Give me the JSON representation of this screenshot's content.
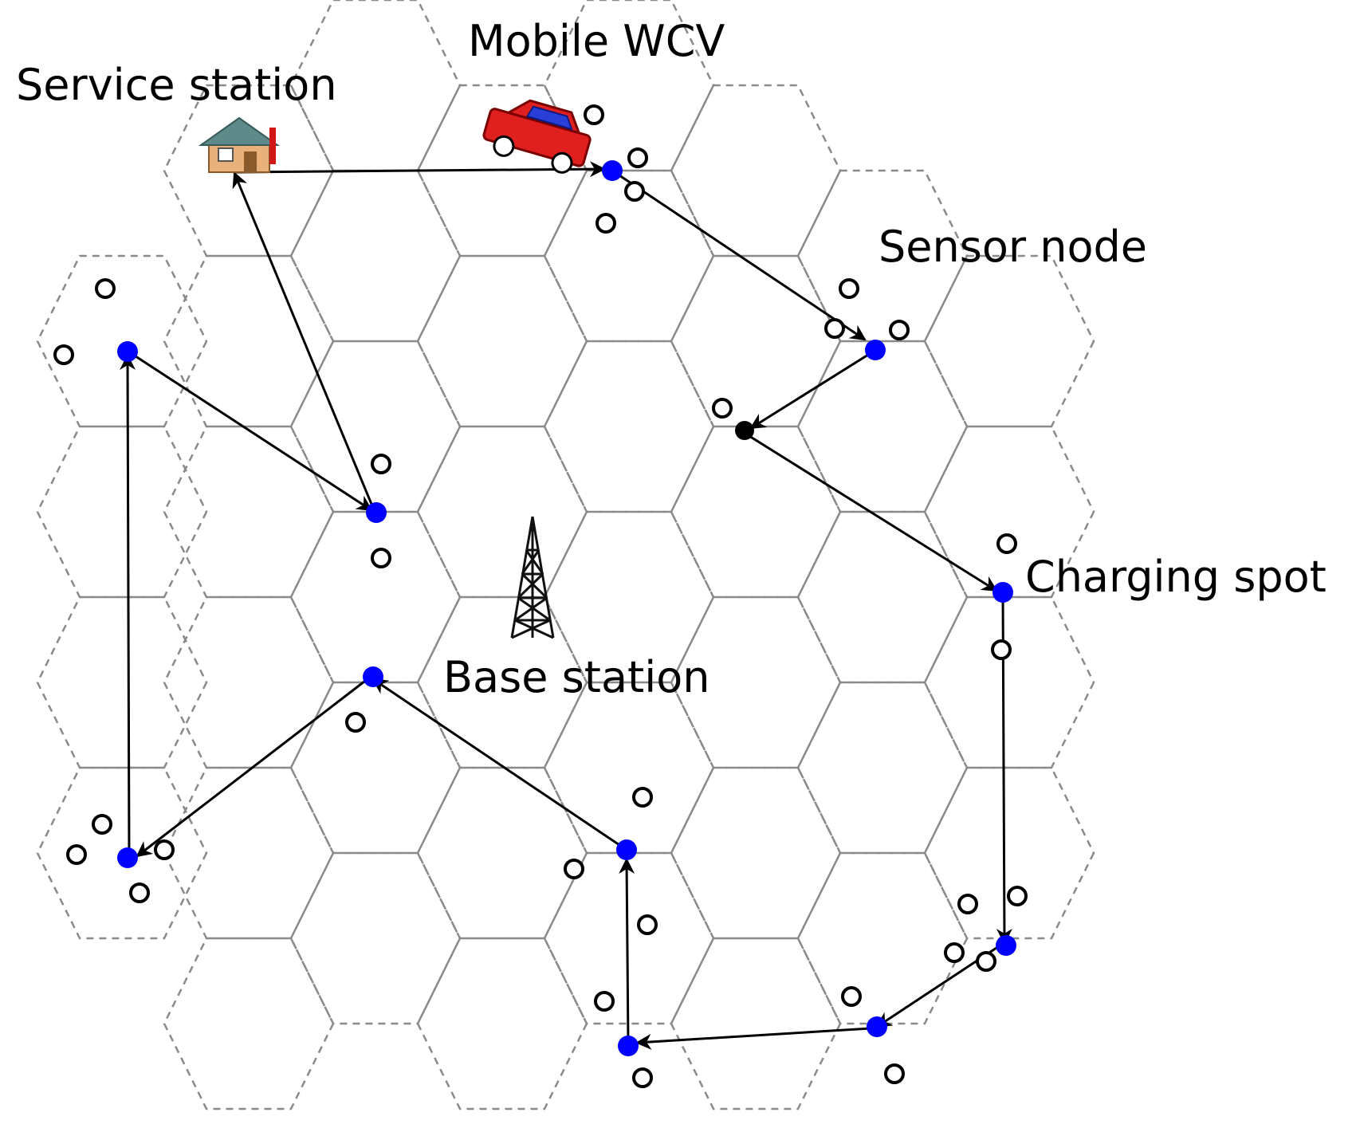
{
  "labels": {
    "mobile_wcv": "Mobile WCV",
    "service_station": "Service station",
    "sensor_node": "Sensor node",
    "charging_spot": "Charging spot",
    "base_station": "Base station"
  },
  "colors": {
    "hex_grid": "#8a8a8a",
    "charging_spot": "#0000ff",
    "sensor_node": "#000000",
    "route": "#000000",
    "wcv_body": "#e0201e",
    "wcv_window": "#2a3fd8",
    "house_wall": "#e8b07a",
    "house_roof": "#5f8a8a"
  },
  "icons": [
    "house-icon",
    "vehicle-icon",
    "tower-icon"
  ]
}
